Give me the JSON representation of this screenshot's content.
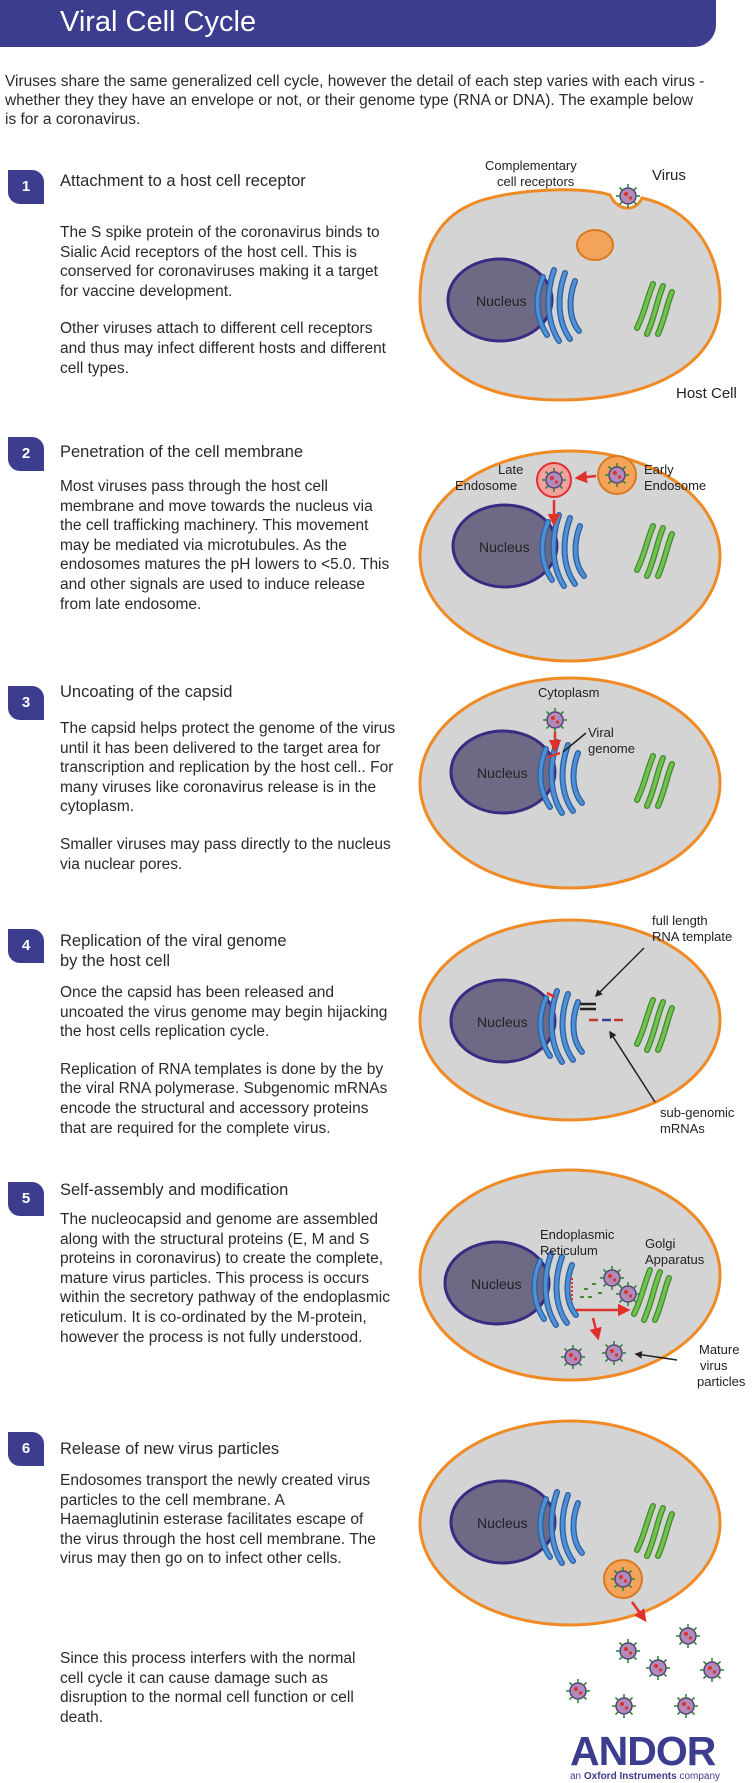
{
  "header": {
    "title": "Viral Cell Cycle"
  },
  "intro": "Viruses share the same generalized cell cycle, however the detail of each step varies with each virus - whether they they have an envelope or not, or their genome type (RNA or DNA). The example below is for a coronavirus.",
  "steps": [
    {
      "number": "1",
      "title": "Attachment to a host cell receptor",
      "paragraphs": [
        "The S spike protein of the coronavirus binds to Sialic Acid receptors of the host cell. This is conserved for coronaviruses making it a target for vaccine development.",
        "Other viruses attach to different cell receptors and thus may infect different hosts and different cell types."
      ]
    },
    {
      "number": "2",
      "title": "Penetration of the cell membrane",
      "paragraphs": [
        "Most viruses pass through the host cell membrane and move towards the nucleus via the cell trafficking machinery. This movement may be mediated via microtubules. As the endosomes matures the pH lowers to <5.0. This and other signals are used to induce release from late endosome."
      ]
    },
    {
      "number": "3",
      "title": "Uncoating of the capsid",
      "paragraphs": [
        "The capsid helps protect the genome of the virus until it has been delivered to the target area for transcription and replication by the host cell.. For many viruses like coronavirus release is in the cytoplasm.",
        "Smaller viruses may pass directly to the nucleus via nuclear pores."
      ]
    },
    {
      "number": "4",
      "title": "Replication of the viral genome",
      "title2": "by the host cell",
      "paragraphs": [
        "Once the capsid has been released and uncoated the virus genome may begin hijacking the host cells replication cycle.",
        "Replication of RNA templates is done by the by the viral RNA polymerase. Subgenomic mRNAs encode the structural and accessory proteins that are required for the complete virus."
      ]
    },
    {
      "number": "5",
      "title": "Self-assembly and modification",
      "paragraphs": [
        "The nucleocapsid and genome are assembled along with the structural proteins (E, M and S proteins in coronavirus) to create the complete, mature virus particles. This process is occurs within the secretory pathway of the endoplasmic reticulum. It is co-ordinated by the M-protein, however the process is not fully understood."
      ]
    },
    {
      "number": "6",
      "title": "Release of new virus particles",
      "paragraphs": [
        "Endosomes transport the newly created virus particles to the cell membrane. A Haemaglutinin esterase facilitates escape of the virus through the host cell membrane. The virus may then go on to infect other cells.",
        "Since this process interfers with the normal cell cycle it can cause damage such as disruption to the normal cell function or cell death."
      ]
    }
  ],
  "labels": {
    "nucleus": "Nucleus",
    "complementary_1": "Complementary",
    "complementary_2": "cell receptors",
    "virus": "Virus",
    "host_cell": "Host Cell",
    "late_1": "Late",
    "late_2": "Endosome",
    "early_1": "Early",
    "early_2": "Endosome",
    "cytoplasm": "Cytoplasm",
    "viral_1": "Viral",
    "viral_2": "genome",
    "full_1": "full length",
    "full_2": "RNA template",
    "sub_1": "sub-genomic",
    "sub_2": "mRNAs",
    "er_1": "Endoplasmic",
    "er_2": "Reticulum",
    "golgi_1": "Golgi",
    "golgi_2": "Apparatus",
    "mature_1": "Mature",
    "mature_2": "virus",
    "mature_3": "particles"
  },
  "logo": {
    "brand": "ANDOR",
    "tag_prefix": "an ",
    "tag_bold": "Oxford Instruments",
    "tag_suffix": " company"
  },
  "colors": {
    "brand": "#3c3d8e",
    "cell_fill": "#d4d4d4",
    "membrane": "#f08a24",
    "nucleus": "#6e6a86",
    "golgi": "#66b24a",
    "er": "#3f7fc4",
    "arrow": "#e0312b"
  }
}
